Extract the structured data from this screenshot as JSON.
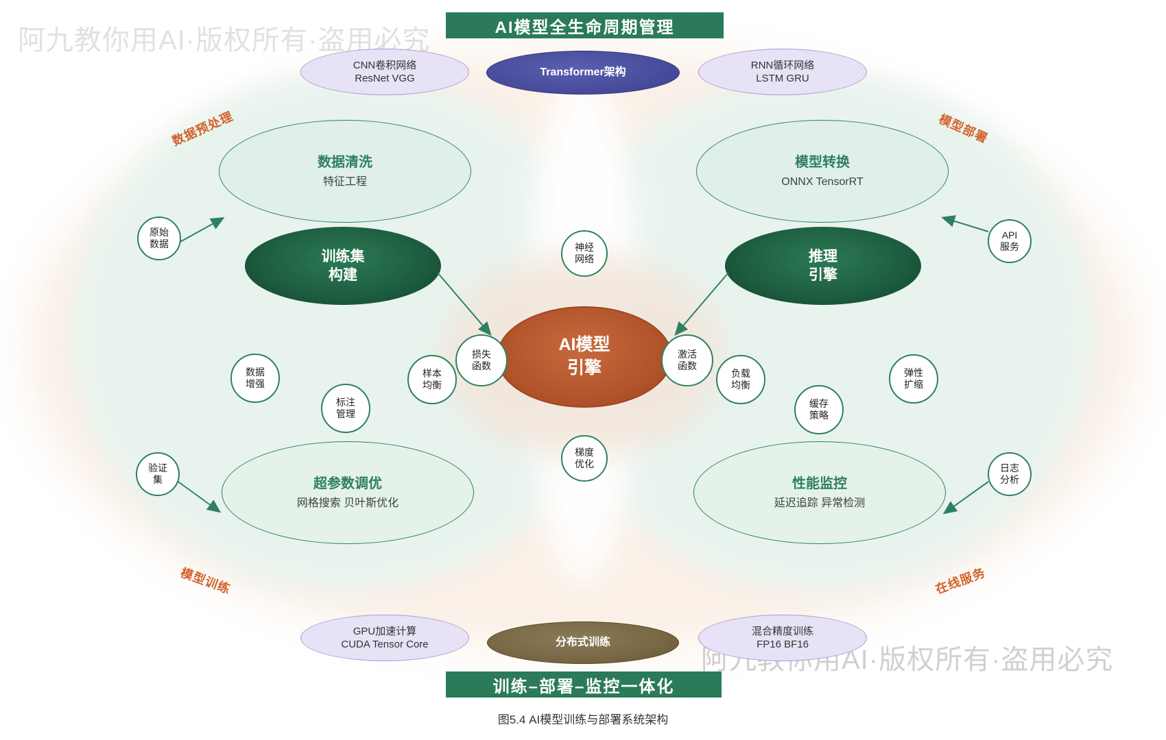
{
  "banners": {
    "top": "AI模型全生命周期管理",
    "bottom": "训练–部署–监控一体化"
  },
  "caption": "图5.4 AI模型训练与部署系统架构",
  "watermark": {
    "text": "阿九教你用AI·版权所有·盗用必究"
  },
  "quadrants": {
    "top_left": "数据预处理",
    "top_right": "模型部署",
    "bottom_left": "模型训练",
    "bottom_right": "在线服务"
  },
  "top_row": {
    "cnn": {
      "line1": "CNN卷积网络",
      "line2": "ResNet VGG"
    },
    "transformer": {
      "label": "Transformer架构"
    },
    "rnn": {
      "line1": "RNN循环网络",
      "line2": "LSTM GRU"
    }
  },
  "bottom_row": {
    "gpu": {
      "line1": "GPU加速计算",
      "line2": "CUDA Tensor Core"
    },
    "distributed": {
      "label": "分布式训练"
    },
    "mixed_precision": {
      "line1": "混合精度训练",
      "line2": "FP16 BF16"
    }
  },
  "stages": {
    "data_cleaning": {
      "title": "数据清洗",
      "subtitle": "特征工程"
    },
    "model_convert": {
      "title": "模型转换",
      "subtitle": "ONNX TensorRT"
    },
    "hyperparam_tuning": {
      "title": "超参数调优",
      "subtitle": "网格搜索 贝叶斯优化"
    },
    "perf_monitor": {
      "title": "性能监控",
      "subtitle": "延迟追踪 异常检测"
    },
    "train_set": {
      "line1": "训练集",
      "line2": "构建"
    },
    "inference_engine": {
      "line1": "推理",
      "line2": "引擎"
    },
    "ai_engine": {
      "line1": "AI模型",
      "line2": "引擎"
    }
  },
  "small_nodes": {
    "raw_data": {
      "line1": "原始",
      "line2": "数据"
    },
    "validation_set": {
      "line1": "验证",
      "line2": "集"
    },
    "data_augment": {
      "line1": "数据",
      "line2": "增强"
    },
    "label_mgmt": {
      "line1": "标注",
      "line2": "管理"
    },
    "sample_balance": {
      "line1": "样本",
      "line2": "均衡"
    },
    "loss_fn": {
      "line1": "损失",
      "line2": "函数"
    },
    "neural_net": {
      "line1": "神经",
      "line2": "网络"
    },
    "gradient_opt": {
      "line1": "梯度",
      "line2": "优化"
    },
    "activation_fn": {
      "line1": "激活",
      "line2": "函数"
    },
    "load_balance": {
      "line1": "负载",
      "line2": "均衡"
    },
    "cache_strategy": {
      "line1": "缓存",
      "line2": "策略"
    },
    "elastic_scale": {
      "line1": "弹性",
      "line2": "扩缩"
    },
    "api_service": {
      "line1": "API",
      "line2": "服务"
    },
    "log_analysis": {
      "line1": "日志",
      "line2": "分析"
    }
  },
  "colors": {
    "banner_green": "#2b7a59",
    "outline_green": "#2e8062",
    "dark_green": "#1c5b3e",
    "engine_orange": "#b3552c",
    "lavender": "#e7e2f5",
    "indigo": "#4a4e9d",
    "brown": "#7a6947",
    "label_orange": "#d2622b"
  }
}
